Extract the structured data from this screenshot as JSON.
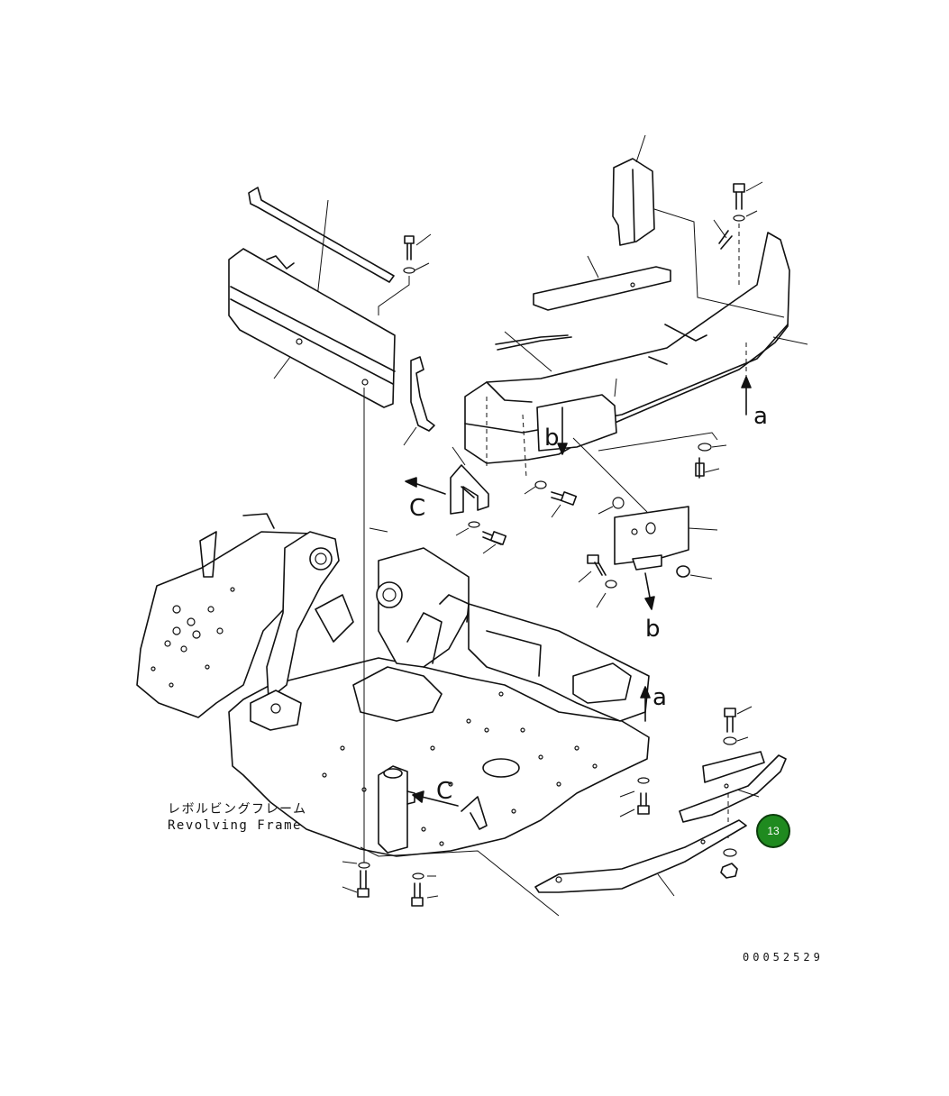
{
  "caption": {
    "jp": "レボルビングフレーム",
    "en": "Revolving Frame"
  },
  "view_labels": {
    "a_upper": "a",
    "a_lower": "a",
    "b_upper": "b",
    "b_lower": "b",
    "c_left": "C",
    "c_lower": "C"
  },
  "drawing_number": "00052529",
  "callout": {
    "number": "13",
    "color": "#1f8a1f"
  }
}
